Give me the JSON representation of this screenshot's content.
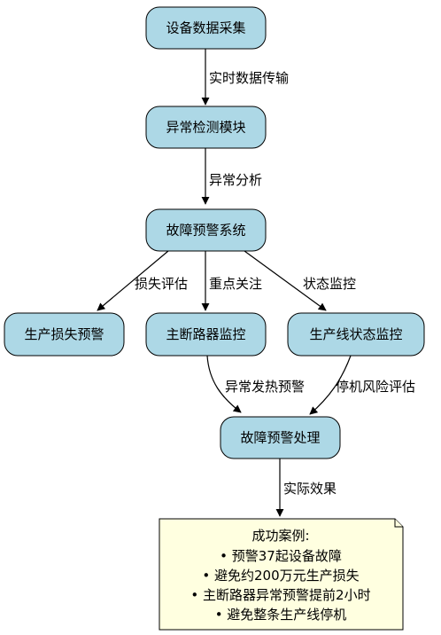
{
  "nodes": {
    "collect": "设备数据采集",
    "detect": "异常检测模块",
    "warn_system": "故障预警系统",
    "loss_warn": "生产损失预警",
    "breaker_monitor": "主断路器监控",
    "line_monitor": "生产线状态监控",
    "handling": "故障预警处理"
  },
  "edges": {
    "realtime": "实时数据传输",
    "analysis": "异常分析",
    "loss_eval": "损失评估",
    "focus": "重点关注",
    "status_monitor": "状态监控",
    "heat": "异常发热预警",
    "downtime": "停机风险评估",
    "effect": "实际效果"
  },
  "note": {
    "title": "成功案例:",
    "items": [
      "• 预警37起设备故障",
      "• 避免约200万元生产损失",
      "• 主断路器异常预警提前2小时",
      "• 避免整条生产线停机"
    ]
  },
  "colors": {
    "node_fill": "#add8e6",
    "note_fill": "#ffffe0"
  }
}
